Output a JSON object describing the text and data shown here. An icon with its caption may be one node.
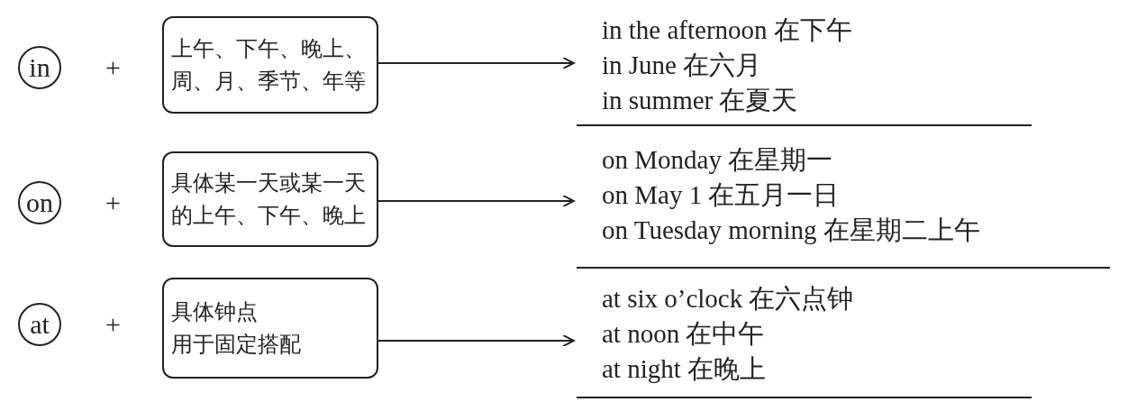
{
  "diagram": {
    "nodes": [
      {
        "text": [
          "in"
        ]
      },
      {
        "text": [
          "上午、下午、晚上、周、月、季节、年等"
        ]
      },
      {
        "text": [
          "in the afternoon 在下午",
          "in June 在六月",
          "in summer 在夏天"
        ]
      },
      {
        "text": [
          "on"
        ]
      },
      {
        "text": [
          "具体某一天或某一天的上午、下午、晚上"
        ]
      },
      {
        "text": [
          "on Monday 在星期一",
          "on May 1  在五月一日",
          "on Tuesday morning 在星期二上午"
        ]
      },
      {
        "text": [
          "at"
        ]
      },
      {
        "text": [
          "具体钟点",
          "用于固定搭配"
        ]
      },
      {
        "text": [
          "at six o’clock 在六点钟",
          "at noon 在中午",
          "at night 在晚上"
        ]
      }
    ],
    "edges": [
      {
        "from": 1,
        "to": 2,
        "arrow": "to"
      },
      {
        "from": 4,
        "to": 5,
        "arrow": "to"
      },
      {
        "from": 7,
        "to": 8,
        "arrow": "to"
      }
    ],
    "labels": [
      "+",
      "+",
      "+"
    ]
  }
}
